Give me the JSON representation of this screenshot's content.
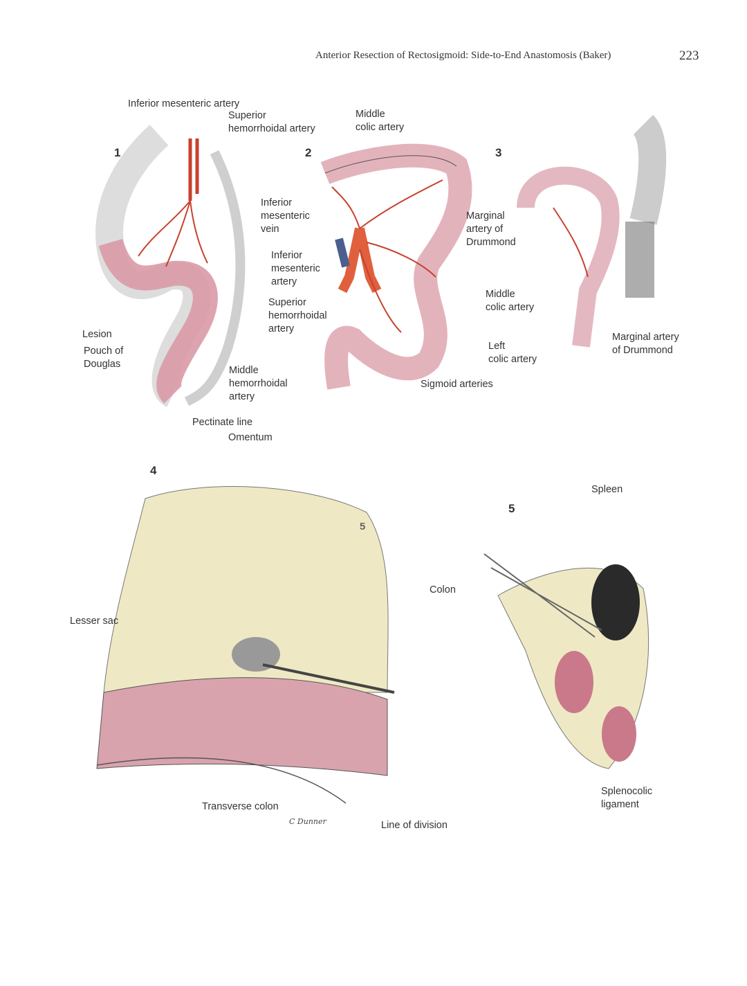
{
  "header": {
    "running_title": "Anterior Resection of Rectosigmoid: Side-to-End Anastomosis (Baker)",
    "page_number": "223"
  },
  "figures": {
    "fig1": {
      "number": "1",
      "labels": {
        "ima": "Inferior mesenteric artery",
        "sha": "Superior\nhemorrhoidal artery",
        "lesion": "Lesion",
        "pouch": "Pouch of\nDouglas",
        "mha": "Middle\nhemorrhoidal\nartery",
        "pectinate": "Pectinate line"
      }
    },
    "fig2": {
      "number": "2",
      "labels": {
        "mca": "Middle\ncolic artery",
        "imv": "Inferior\nmesenteric\nvein",
        "ima": "Inferior\nmesenteric\nartery",
        "sha": "Superior\nhemorrhoidal\nartery",
        "marginal": "Marginal\nartery of\nDrummond",
        "lca": "Left\ncolic artery",
        "sigmoid": "Sigmoid arteries"
      }
    },
    "fig3": {
      "number": "3",
      "labels": {
        "mca": "Middle\ncolic artery",
        "marginal": "Marginal artery\nof Drummond"
      }
    },
    "fig4": {
      "number": "4",
      "labels": {
        "omentum": "Omentum",
        "lesser_sac": "Lesser sac",
        "transverse": "Transverse colon",
        "line_div": "Line of division",
        "ref5": "5"
      },
      "signature": "C Dunner"
    },
    "fig5": {
      "number": "5",
      "labels": {
        "spleen": "Spleen",
        "colon": "Colon",
        "splenocolic": "Splenocolic\nligament"
      }
    }
  },
  "colors": {
    "artery": "#c8402e",
    "vein": "#4a5f8f",
    "bowel": "#d99aa6",
    "omentum": "#e8e2a8"
  }
}
